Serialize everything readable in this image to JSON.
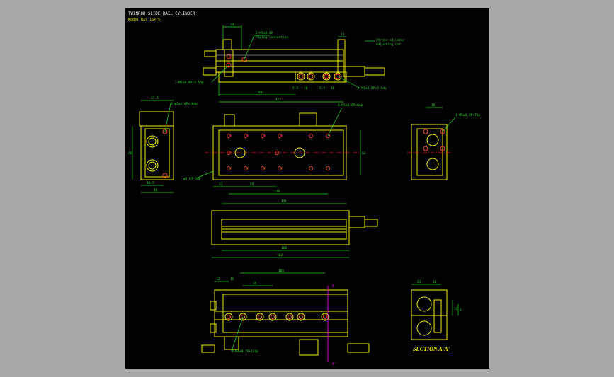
{
  "title": "TWINROD SLIDE RAIL CYLINDER",
  "model": "Model MXS 16×75",
  "colors": {
    "background": "#a8a8a8",
    "canvas": "#000000",
    "outline": "#f0f000",
    "dimension": "#22dd22",
    "hidden": "#eeeeee",
    "holes": "#ff4422",
    "centerline": "#ff2020",
    "section": "#ff00ff"
  },
  "dims": {
    "d24": "24",
    "d11": "11",
    "d5_5a": "5.5",
    "d10a": "10",
    "d5_5b": "5.5",
    "d10b": "10",
    "d84": "84",
    "d125": "125",
    "d27_5": "27.5",
    "d40v": "40",
    "d16_5": "16.5",
    "d40h": "40",
    "d21": "21",
    "d55": "55",
    "d110": "110",
    "d62": "62",
    "d10c": "10",
    "d151": "151",
    "d160": "160",
    "d162": "162",
    "d105": "105",
    "d12": "12",
    "d15": "15",
    "d35": "35",
    "d23": "23",
    "d10d": "10",
    "d12b": "12",
    "d6": "6"
  },
  "notes": {
    "n1": "2-M5x0.8P",
    "n1b": "Piping connection",
    "n2": "2-M5x0.8P/3.5dp",
    "n3": "4-M5x0.8P×3.5dp",
    "n4": "Stroke adjuster",
    "n4b": "Adjusting nut",
    "n5": "2-φ5x1.0P×10dp",
    "n6": "8-M5x0.8P×6dp",
    "n7": "φ5 H7 5dp",
    "n8": "4-M5x0.8P×7dp",
    "n9": "4-M4x0.7P×12dp",
    "section_mark": "A",
    "section_mark_b": "A'",
    "section_label": "SECTION A-A'"
  }
}
